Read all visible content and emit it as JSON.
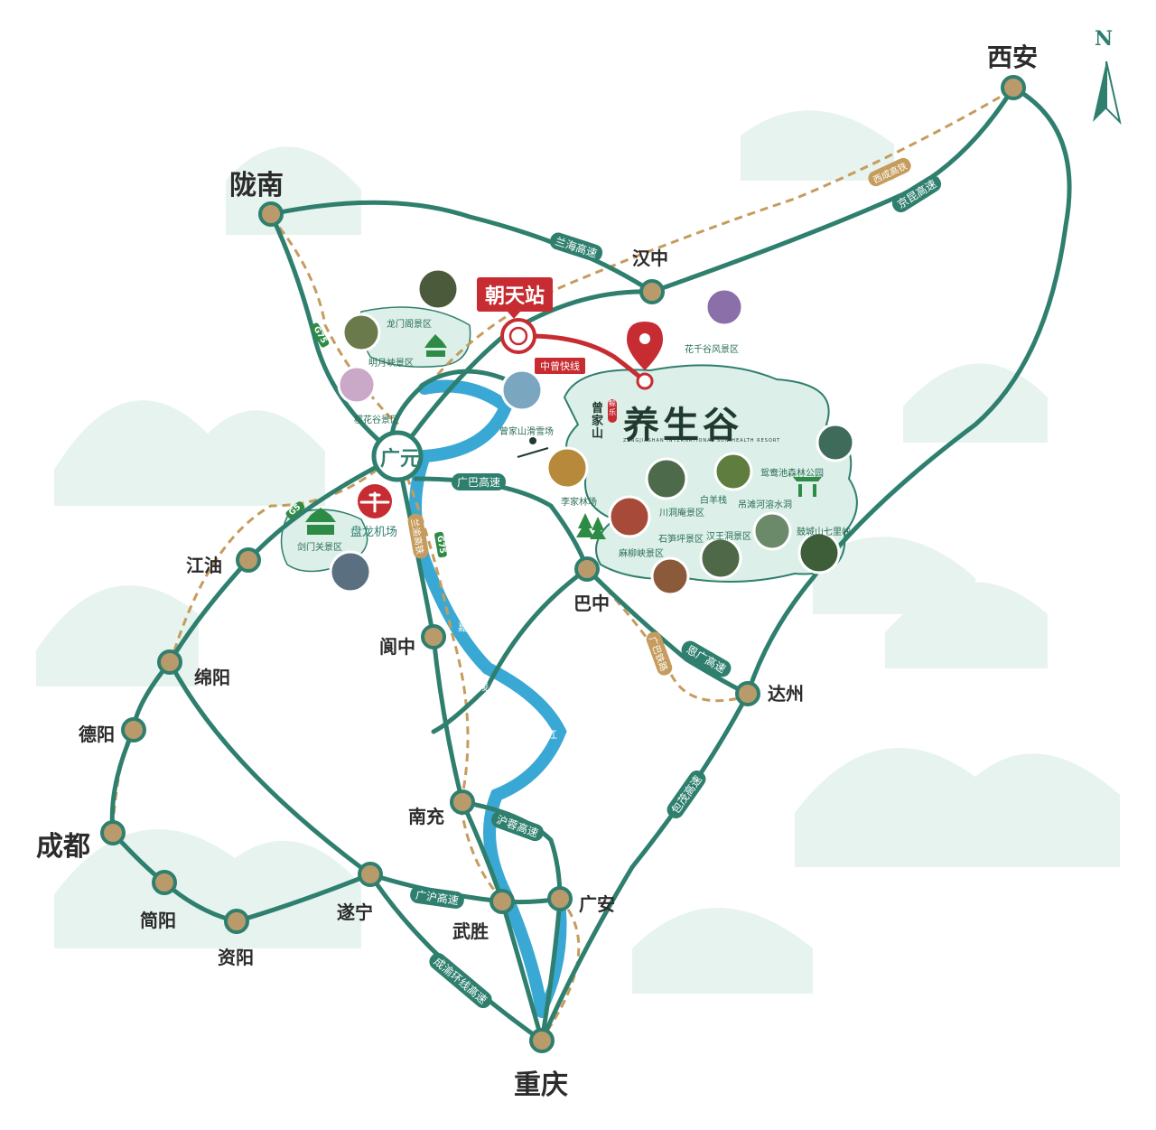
{
  "compass": {
    "label": "N"
  },
  "cities": {
    "xian": "西安",
    "longnan": "陇南",
    "hanzhong": "汉中",
    "guangyuan": "广元",
    "jiangyou": "江油",
    "mianyang": "绵阳",
    "deyang": "德阳",
    "chengdu": "成都",
    "jianyang": "简阳",
    "ziyang": "资阳",
    "suining": "遂宁",
    "wusheng": "武胜",
    "nanchong": "南充",
    "guangan": "广安",
    "chongqing": "重庆",
    "langzhong": "阆中",
    "bazhong": "巴中",
    "dazhou": "达州"
  },
  "station": {
    "name": "朝天站",
    "express": "中曾快线"
  },
  "resort": {
    "brand": "曾家山",
    "tag": "鲸乐",
    "title": "养生谷",
    "subtitle": "ZENGJIASHAN INTERNATIONAL SUN-HEALTH RESORT"
  },
  "airport": {
    "name": "盘龙机场"
  },
  "pois": {
    "longmenge": "龙门阁景区",
    "mingyuexia": "明月峡景区",
    "yinghuagu": "樱花谷景区",
    "huaqiangu": "花千谷风景区",
    "huaxue": "曾家山滑雪场",
    "lijialin": "李家林场",
    "chuandongan": "川洞庵景区",
    "baiyangzhan": "白羊栈",
    "yuanyangchi": "鸳鸯池森林公园",
    "diaotanhe": "吊滩河溶水洞",
    "shisunping": "石笋坪景区",
    "hanwangdong": "汉王洞景区",
    "mayuxia": "麻柳峡景区",
    "gumengshan": "鼓城山七里峡",
    "jianmenguan": "剑门关景区"
  },
  "roads": {
    "lanhai": "兰海高速",
    "jingkun": "京昆高速",
    "guangba": "广巴高速",
    "enguang": "恩广高速",
    "baomao": "包茂高速",
    "hurong": "沪蓉高速",
    "guanghu": "广沪高速",
    "chengyu": "成渝环线高速"
  },
  "railways": {
    "xicheng": "西成高铁",
    "lanyu": "兰渝高铁",
    "guangba": "广巴铁路"
  },
  "shields": {
    "g75_a": "G75",
    "g75_b": "G75",
    "g5": "G5"
  },
  "river": {
    "c1": "嘉",
    "c2": "陵",
    "c3": "江"
  },
  "colors": {
    "road": "#2f7f6e",
    "rail": "#c59c5e",
    "river": "#3aa8d4",
    "landmass": "#dcefe8",
    "accent": "#c62c31",
    "node": "#b99a6b"
  }
}
